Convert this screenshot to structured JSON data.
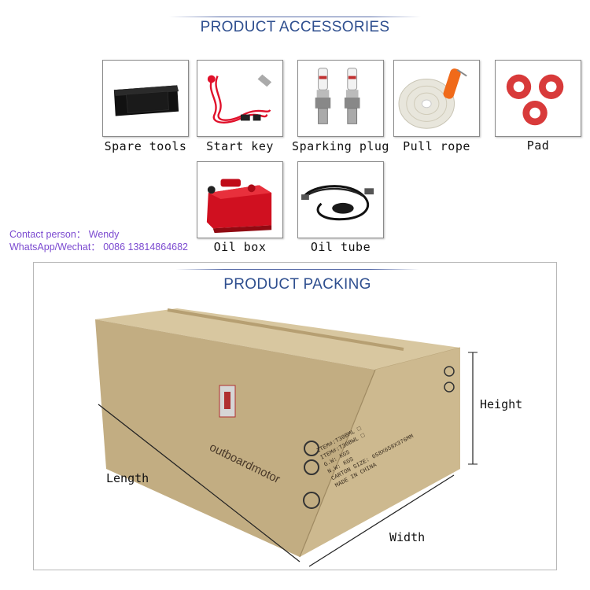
{
  "accessories": {
    "title": "PRODUCT ACCESSORIES",
    "items": [
      {
        "label": "Spare tools",
        "icon": "tool-bag-icon"
      },
      {
        "label": "Start key",
        "icon": "safety-lanyard-icon"
      },
      {
        "label": "Sparking plug",
        "icon": "spark-plug-icon"
      },
      {
        "label": "Pull rope",
        "icon": "pull-rope-icon"
      },
      {
        "label": "Pad",
        "icon": "washer-pad-icon"
      },
      {
        "label": "Oil box",
        "icon": "fuel-tank-icon"
      },
      {
        "label": "Oil tube",
        "icon": "fuel-hose-icon"
      }
    ]
  },
  "contact": {
    "person": "Contact person： Wendy",
    "phone": "WhatsApp/Wechat： 0086 13814864682"
  },
  "packing": {
    "title": "PRODUCT PACKING",
    "brand": "outboardmotor",
    "box_labels": [
      "ITEM#:T30BML □",
      "ITEM#:T30BWL □",
      "G.W:      KGS",
      "N.W:      KGS",
      "CARTON SIZE: 658X658X376MM",
      "MADE IN CHINA"
    ],
    "dimensions": {
      "length": "Length",
      "width": "Width",
      "height": "Height"
    }
  },
  "colors": {
    "title_blue": "#2f4f8f",
    "contact_purple": "#7b4ad0",
    "cardboard": "#c9b48a"
  }
}
